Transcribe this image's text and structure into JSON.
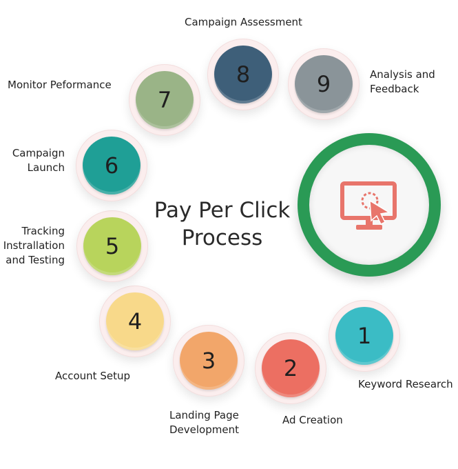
{
  "title": {
    "line1": "Pay Per Click",
    "line2": "Process"
  },
  "hub": {
    "icon": "computer-click-icon",
    "ring_color": "#2a9a55",
    "icon_color": "#e8756b"
  },
  "steps": [
    {
      "number": "1",
      "label": [
        "Keyword Research"
      ],
      "color": "#3bbcc5"
    },
    {
      "number": "2",
      "label": [
        "Ad Creation"
      ],
      "color": "#ec6f62"
    },
    {
      "number": "3",
      "label": [
        "Landing Page",
        "Development"
      ],
      "color": "#f2a66a"
    },
    {
      "number": "4",
      "label": [
        "Account Setup"
      ],
      "color": "#f8d98a"
    },
    {
      "number": "5",
      "label": [
        "Tracking",
        "Instrallation",
        "and Testing"
      ],
      "color": "#b8d45c"
    },
    {
      "number": "6",
      "label": [
        "Campaign",
        "Launch"
      ],
      "color": "#1f9f96"
    },
    {
      "number": "7",
      "label": [
        "Monitor Peformance"
      ],
      "color": "#9ab487"
    },
    {
      "number": "8",
      "label": [
        "Campaign Assessment"
      ],
      "color": "#3e5f79"
    },
    {
      "number": "9",
      "label": [
        "Analysis and",
        "Feedback"
      ],
      "color": "#8a9499"
    }
  ]
}
